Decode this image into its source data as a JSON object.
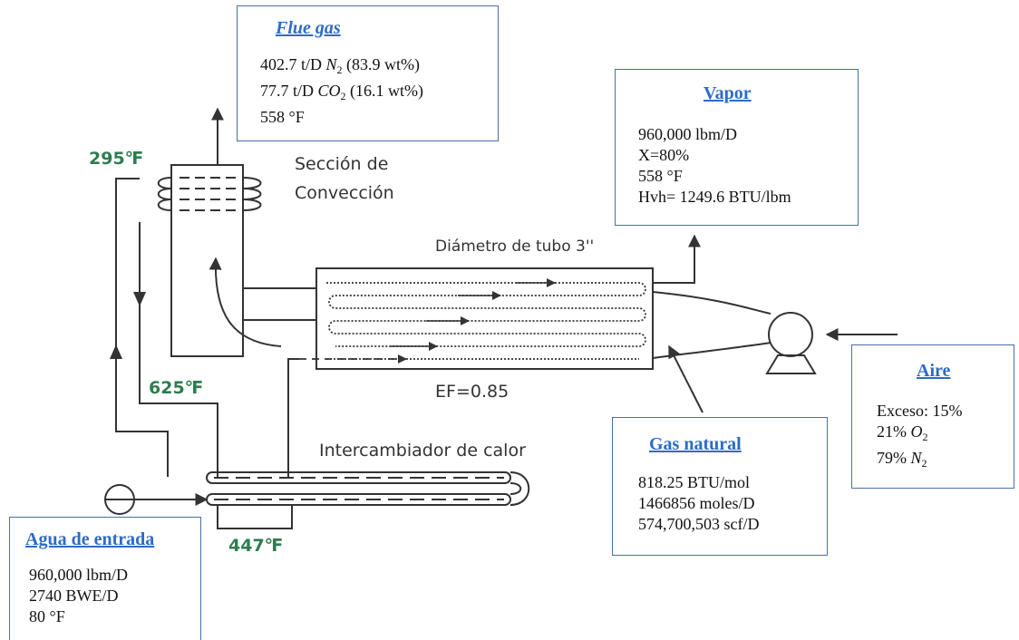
{
  "flue_gas": {
    "title": "Flue gas",
    "line1_prefix": "402.7 t/D ",
    "line1_var": "N",
    "line1_sub": "2",
    "line1_suffix": " (83.9 wt%)",
    "line2_prefix": "77.7 t/D ",
    "line2_var": "CO",
    "line2_sub": "2",
    "line2_suffix": " (16.1 wt%)",
    "line3": "558 °F"
  },
  "vapor": {
    "title": "Vapor",
    "lines": [
      "960,000 lbm/D",
      "X=80%",
      "558 °F",
      "Hvh= 1249.6 BTU/lbm"
    ]
  },
  "aire": {
    "title": "Aire",
    "line1": "Exceso: 15%",
    "line2_prefix": "21% ",
    "line2_var": "O",
    "line2_sub": "2",
    "line3_prefix": "79% ",
    "line3_var": "N",
    "line3_sub": "2"
  },
  "gas_natural": {
    "title": "Gas natural",
    "lines": [
      "818.25 BTU/mol",
      "1466856 moles/D",
      "574,700,503 scf/D"
    ]
  },
  "agua": {
    "title": "Agua de entrada",
    "lines": [
      "960,000 lbm/D",
      "2740 BWE/D",
      "80 °F"
    ]
  },
  "labels": {
    "seccion_1": "Sección de",
    "seccion_2": "Convección",
    "diametro": "Diámetro de tubo 3''",
    "ef": "EF=0.85",
    "intercambiador": "Intercambiador de calor"
  },
  "temps": {
    "t295": "295℉",
    "t625": "625℉",
    "t447": "447℉"
  },
  "colors": {
    "line": "#333333",
    "box_border": "#4a6fa5",
    "title": "#2e6bc6",
    "temperature": "#2e7d4f"
  }
}
